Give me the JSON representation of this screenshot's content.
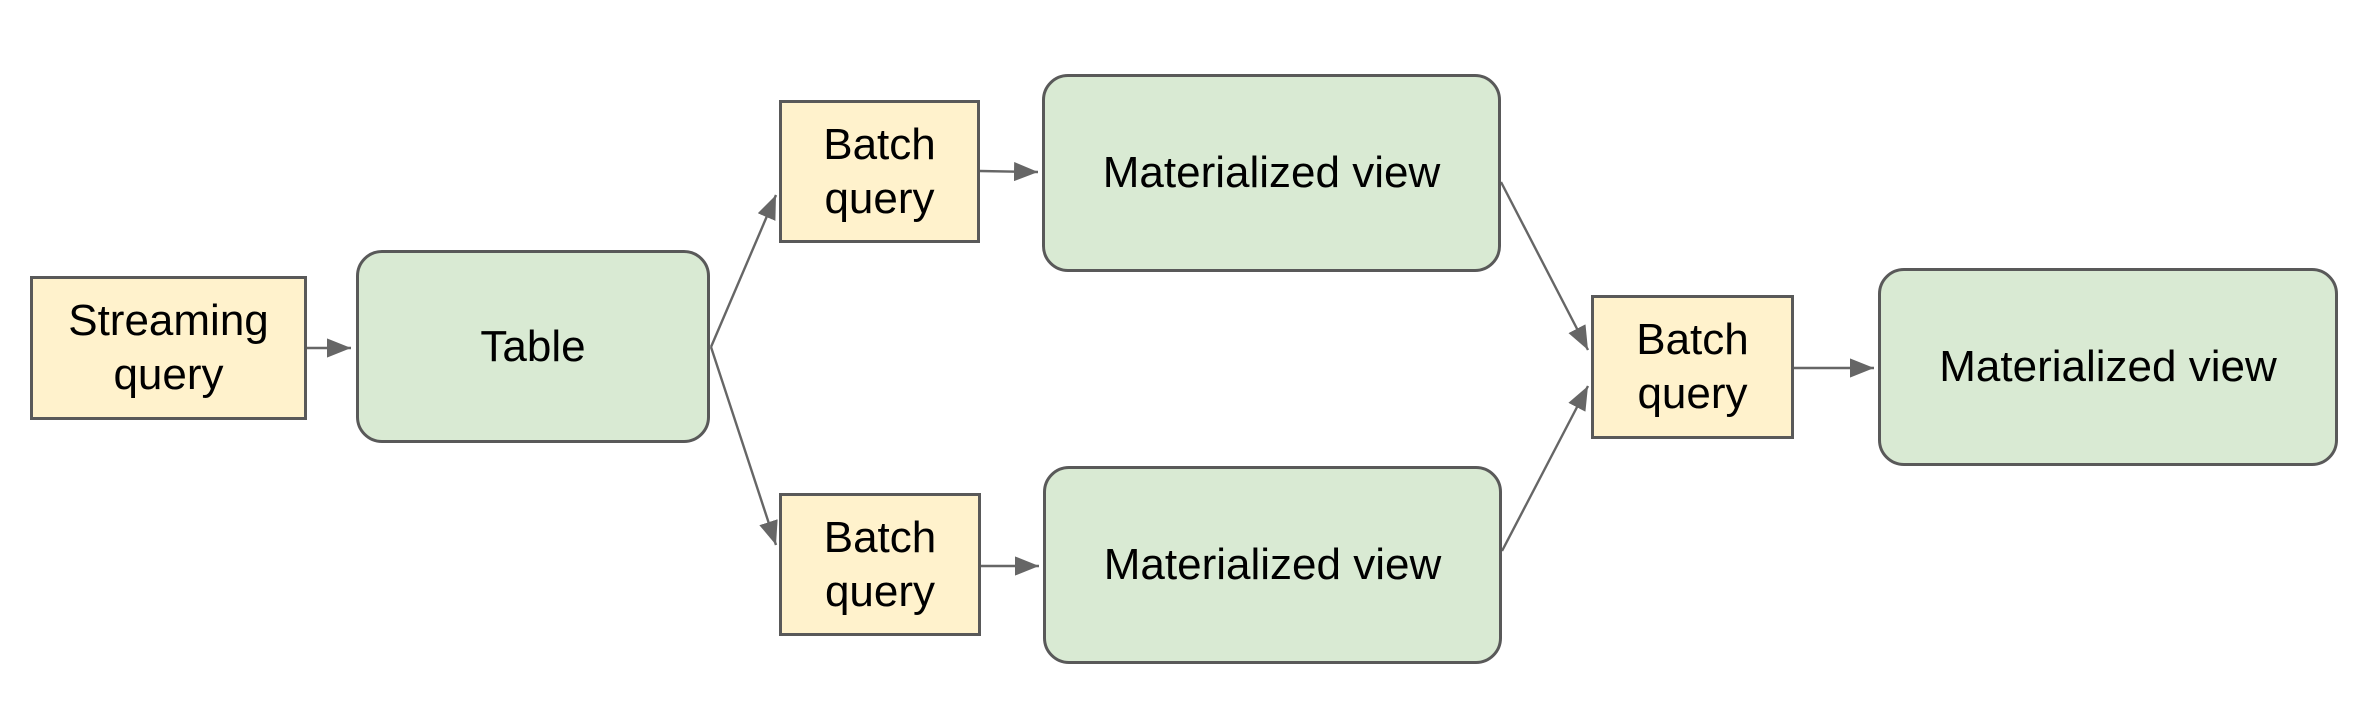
{
  "diagram": {
    "nodes": [
      {
        "id": "streaming-query",
        "label": "Streaming query",
        "shape": "rectangle",
        "fill": "#FFF2CC"
      },
      {
        "id": "table",
        "label": "Table",
        "shape": "rounded-rectangle",
        "fill": "#D9EAD3"
      },
      {
        "id": "batch-query-top",
        "label": "Batch query",
        "shape": "rectangle",
        "fill": "#FFF2CC"
      },
      {
        "id": "materialized-view-top",
        "label": "Materialized view",
        "shape": "rounded-rectangle",
        "fill": "#D9EAD3"
      },
      {
        "id": "batch-query-bottom",
        "label": "Batch query",
        "shape": "rectangle",
        "fill": "#FFF2CC"
      },
      {
        "id": "materialized-view-bottom",
        "label": "Materialized view",
        "shape": "rounded-rectangle",
        "fill": "#D9EAD3"
      },
      {
        "id": "batch-query-right",
        "label": "Batch query",
        "shape": "rectangle",
        "fill": "#FFF2CC"
      },
      {
        "id": "materialized-view-final",
        "label": "Materialized view",
        "shape": "rounded-rectangle",
        "fill": "#D9EAD3"
      }
    ],
    "edges": [
      {
        "from": "streaming-query",
        "to": "table"
      },
      {
        "from": "table",
        "to": "batch-query-top"
      },
      {
        "from": "table",
        "to": "batch-query-bottom"
      },
      {
        "from": "batch-query-top",
        "to": "materialized-view-top"
      },
      {
        "from": "batch-query-bottom",
        "to": "materialized-view-bottom"
      },
      {
        "from": "materialized-view-top",
        "to": "batch-query-right"
      },
      {
        "from": "materialized-view-bottom",
        "to": "batch-query-right"
      },
      {
        "from": "batch-query-right",
        "to": "materialized-view-final"
      }
    ],
    "colors": {
      "query_fill": "#FFF2CC",
      "table_view_fill": "#D9EAD3",
      "shape_border": "#595959",
      "connector": "#666666",
      "text": "#000000",
      "background": "#FFFFFF"
    }
  }
}
